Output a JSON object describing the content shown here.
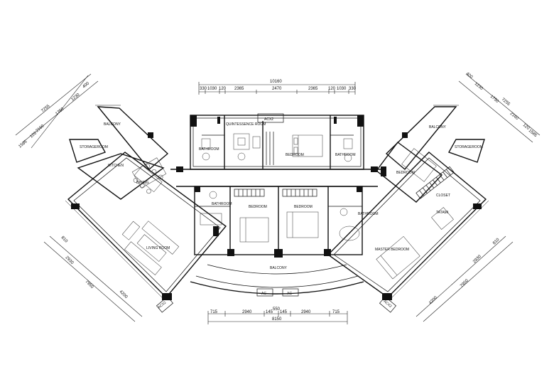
{
  "rooms": {
    "quintessence_room": "QUINTESSENCE ROOM",
    "bedroom": "BEDROOM",
    "bathroom": "BATHROOM",
    "balcony": "BALCONY",
    "storageroom": "STORAGEROOM",
    "kitchen": "KITCHEN",
    "dining": "DINING",
    "living_room": "LIVING ROOM",
    "closet": "CLOSET",
    "tatami": "TATAMI",
    "master_bedroom": "MASTER BEDROOM"
  },
  "tags": {
    "acx2": "ACX2",
    "ac": "AC"
  },
  "dims_top": {
    "total": "10160",
    "segments": [
      "330",
      "1030",
      "120",
      "2365",
      "2470",
      "2365",
      "120",
      "1030",
      "330"
    ]
  },
  "dims_bottom": {
    "mid": "550",
    "total": "8150",
    "segments": [
      "715",
      "2940",
      "145",
      "145",
      "2940",
      "715"
    ]
  },
  "dims_left_top": [
    "1585",
    "120",
    "2160",
    "1750",
    "1230",
    "400",
    "7255"
  ],
  "dims_left_bottom": [
    "810",
    "2930",
    "4200",
    "7950"
  ],
  "dims_right_top": [
    "400",
    "1230",
    "1750",
    "2160",
    "120",
    "1585",
    "7255"
  ],
  "dims_right_bottom": [
    "810",
    "2930",
    "4200",
    "7950"
  ]
}
